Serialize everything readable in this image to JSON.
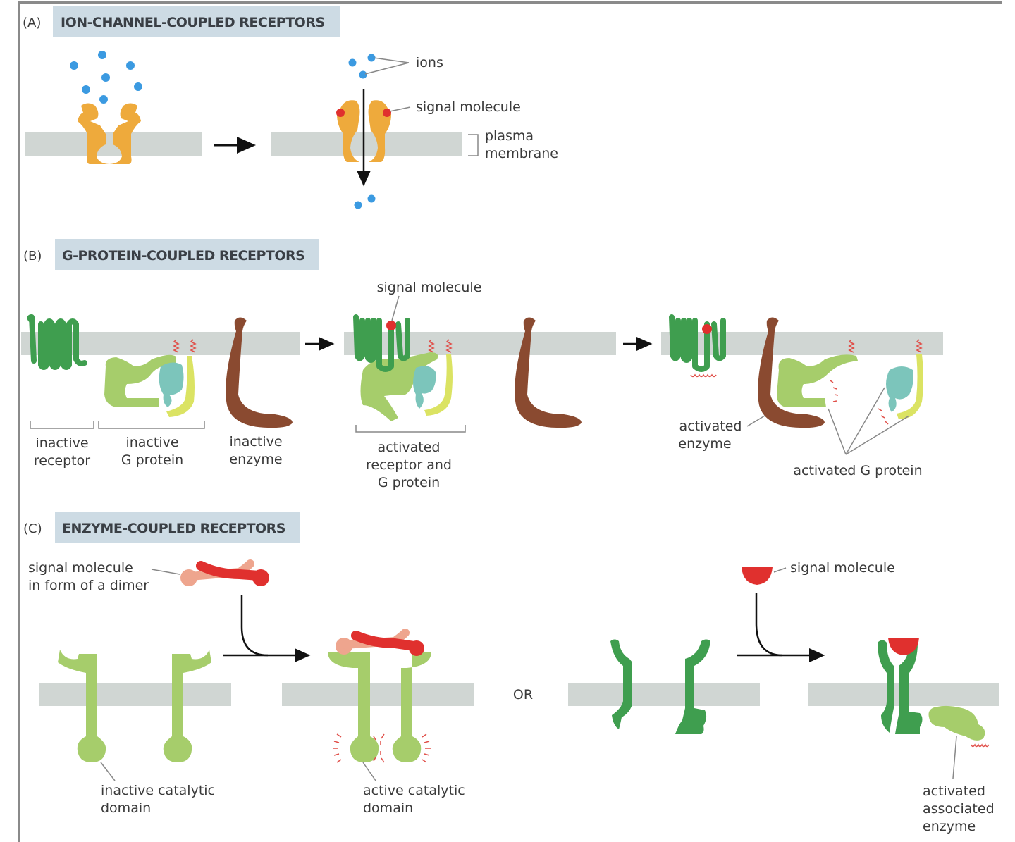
{
  "colors": {
    "membrane": "#d0d6d3",
    "header_bg": "#cddbe4",
    "ion": "#3b9ae1",
    "channel": "#eeaa3c",
    "signal_red": "#e0302e",
    "signal_pink": "#eea58e",
    "receptor_dark_green": "#3f9e4f",
    "g_alpha_green": "#a6cd6b",
    "g_beta_teal": "#7cc5bb",
    "g_gamma_yellow": "#dbe363",
    "enzyme_brown": "#8a4a30",
    "activation_marks": "#e0504a"
  },
  "panels": {
    "a": {
      "tag": "(A)",
      "title": "ION-CHANNEL-COUPLED RECEPTORS",
      "labels": {
        "ions": "ions",
        "signal_molecule": "signal molecule",
        "plasma": "plasma",
        "membrane": "membrane"
      }
    },
    "b": {
      "tag": "(B)",
      "title": "G-PROTEIN-COUPLED RECEPTORS",
      "labels": {
        "inactive_receptor": [
          "inactive",
          "receptor"
        ],
        "inactive_g_protein": [
          "inactive",
          "G protein"
        ],
        "inactive_enzyme": [
          "inactive",
          "enzyme"
        ],
        "signal_molecule": "signal molecule",
        "activated_receptor_g": [
          "activated",
          "receptor and",
          "G protein"
        ],
        "activated_enzyme": [
          "activated",
          "enzyme"
        ],
        "activated_g_protein": "activated G protein"
      }
    },
    "c": {
      "tag": "(C)",
      "title": "ENZYME-COUPLED RECEPTORS",
      "labels": {
        "dimer": [
          "signal molecule",
          "in form of a dimer"
        ],
        "inactive_catalytic": [
          "inactive catalytic",
          "domain"
        ],
        "active_catalytic": [
          "active catalytic",
          "domain"
        ],
        "or": "OR",
        "signal_molecule": "signal molecule",
        "activated_assoc": [
          "activated",
          "associated",
          "enzyme"
        ]
      }
    }
  }
}
